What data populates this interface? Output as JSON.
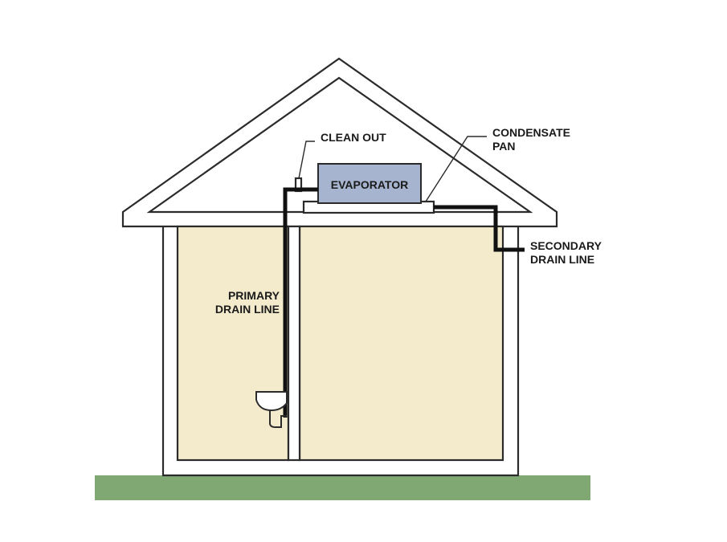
{
  "labels": {
    "clean_out": "CLEAN OUT",
    "condensate_pan_line1": "CONDENSATE",
    "condensate_pan_line2": "PAN",
    "evaporator": "EVAPORATOR",
    "secondary_drain_line1": "SECONDARY",
    "secondary_drain_line2": "DRAIN LINE",
    "primary_drain_line1": "PRIMARY",
    "primary_drain_line2": "DRAIN LINE"
  },
  "colors": {
    "wall_fill": "#f3ebcc",
    "ground": "#80a873",
    "evaporator_fill": "#a7b4d0",
    "drain_line": "#111111",
    "outline": "#2b2b2b"
  }
}
